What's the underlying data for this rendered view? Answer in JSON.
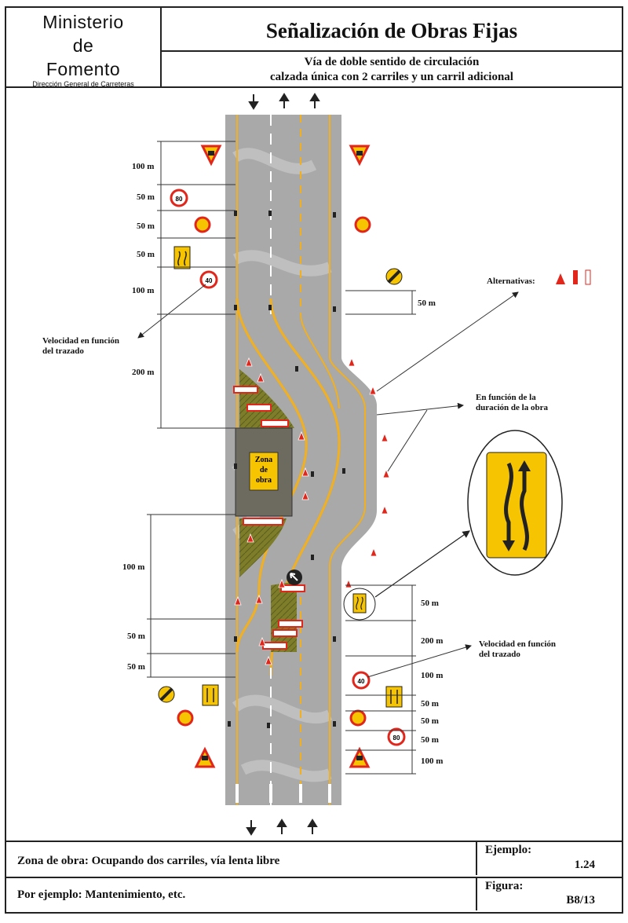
{
  "header": {
    "org_line1": "Ministerio",
    "org_line2": "de",
    "org_line3": "Fomento",
    "org_sub": "Dirección General de Carreteras",
    "title": "Señalización de Obras Fijas",
    "subtitle_line1": "Vía de doble sentido de circulación",
    "subtitle_line2": "calzada única con 2 carriles y un carril adicional"
  },
  "diagram": {
    "zone_line1": "Zona",
    "zone_line2": "de",
    "zone_line3": "obra",
    "note_alternativas": "Alternativas:",
    "note_speed_left_1": "Velocidad en función",
    "note_speed_left_2": "del trazado",
    "note_duration_1": "En función de la",
    "note_duration_2": "duración de la obra",
    "note_speed_right_1": "Velocidad en función",
    "note_speed_right_2": "del trazado",
    "dims_left_top": [
      "100 m",
      "50 m",
      "50 m",
      "50 m",
      "100 m",
      "200 m"
    ],
    "dims_left_bottom": [
      "100 m",
      "50 m",
      "50 m"
    ],
    "dim_right_top": "50 m",
    "dims_right_bottom": [
      "50 m",
      "200 m",
      "100 m",
      "50 m",
      "50 m",
      "50 m",
      "100 m"
    ],
    "sign_speed_80": "80",
    "sign_speed_40": "40",
    "colors": {
      "road": "#a6a6a6",
      "line": "#f2b01e",
      "sign_red": "#e1261c",
      "sign_yellow": "#f6c400",
      "work": "#8a8a2e",
      "zone": "#6d6a60"
    }
  },
  "footer": {
    "zone_text": "Zona de obra: Ocupando dos carriles, vía lenta libre",
    "example_text": "Por ejemplo: Mantenimiento, etc.",
    "ejemplo_label": "Ejemplo:",
    "ejemplo_value": "1.24",
    "figura_label": "Figura:",
    "figura_value": "B8/13"
  }
}
